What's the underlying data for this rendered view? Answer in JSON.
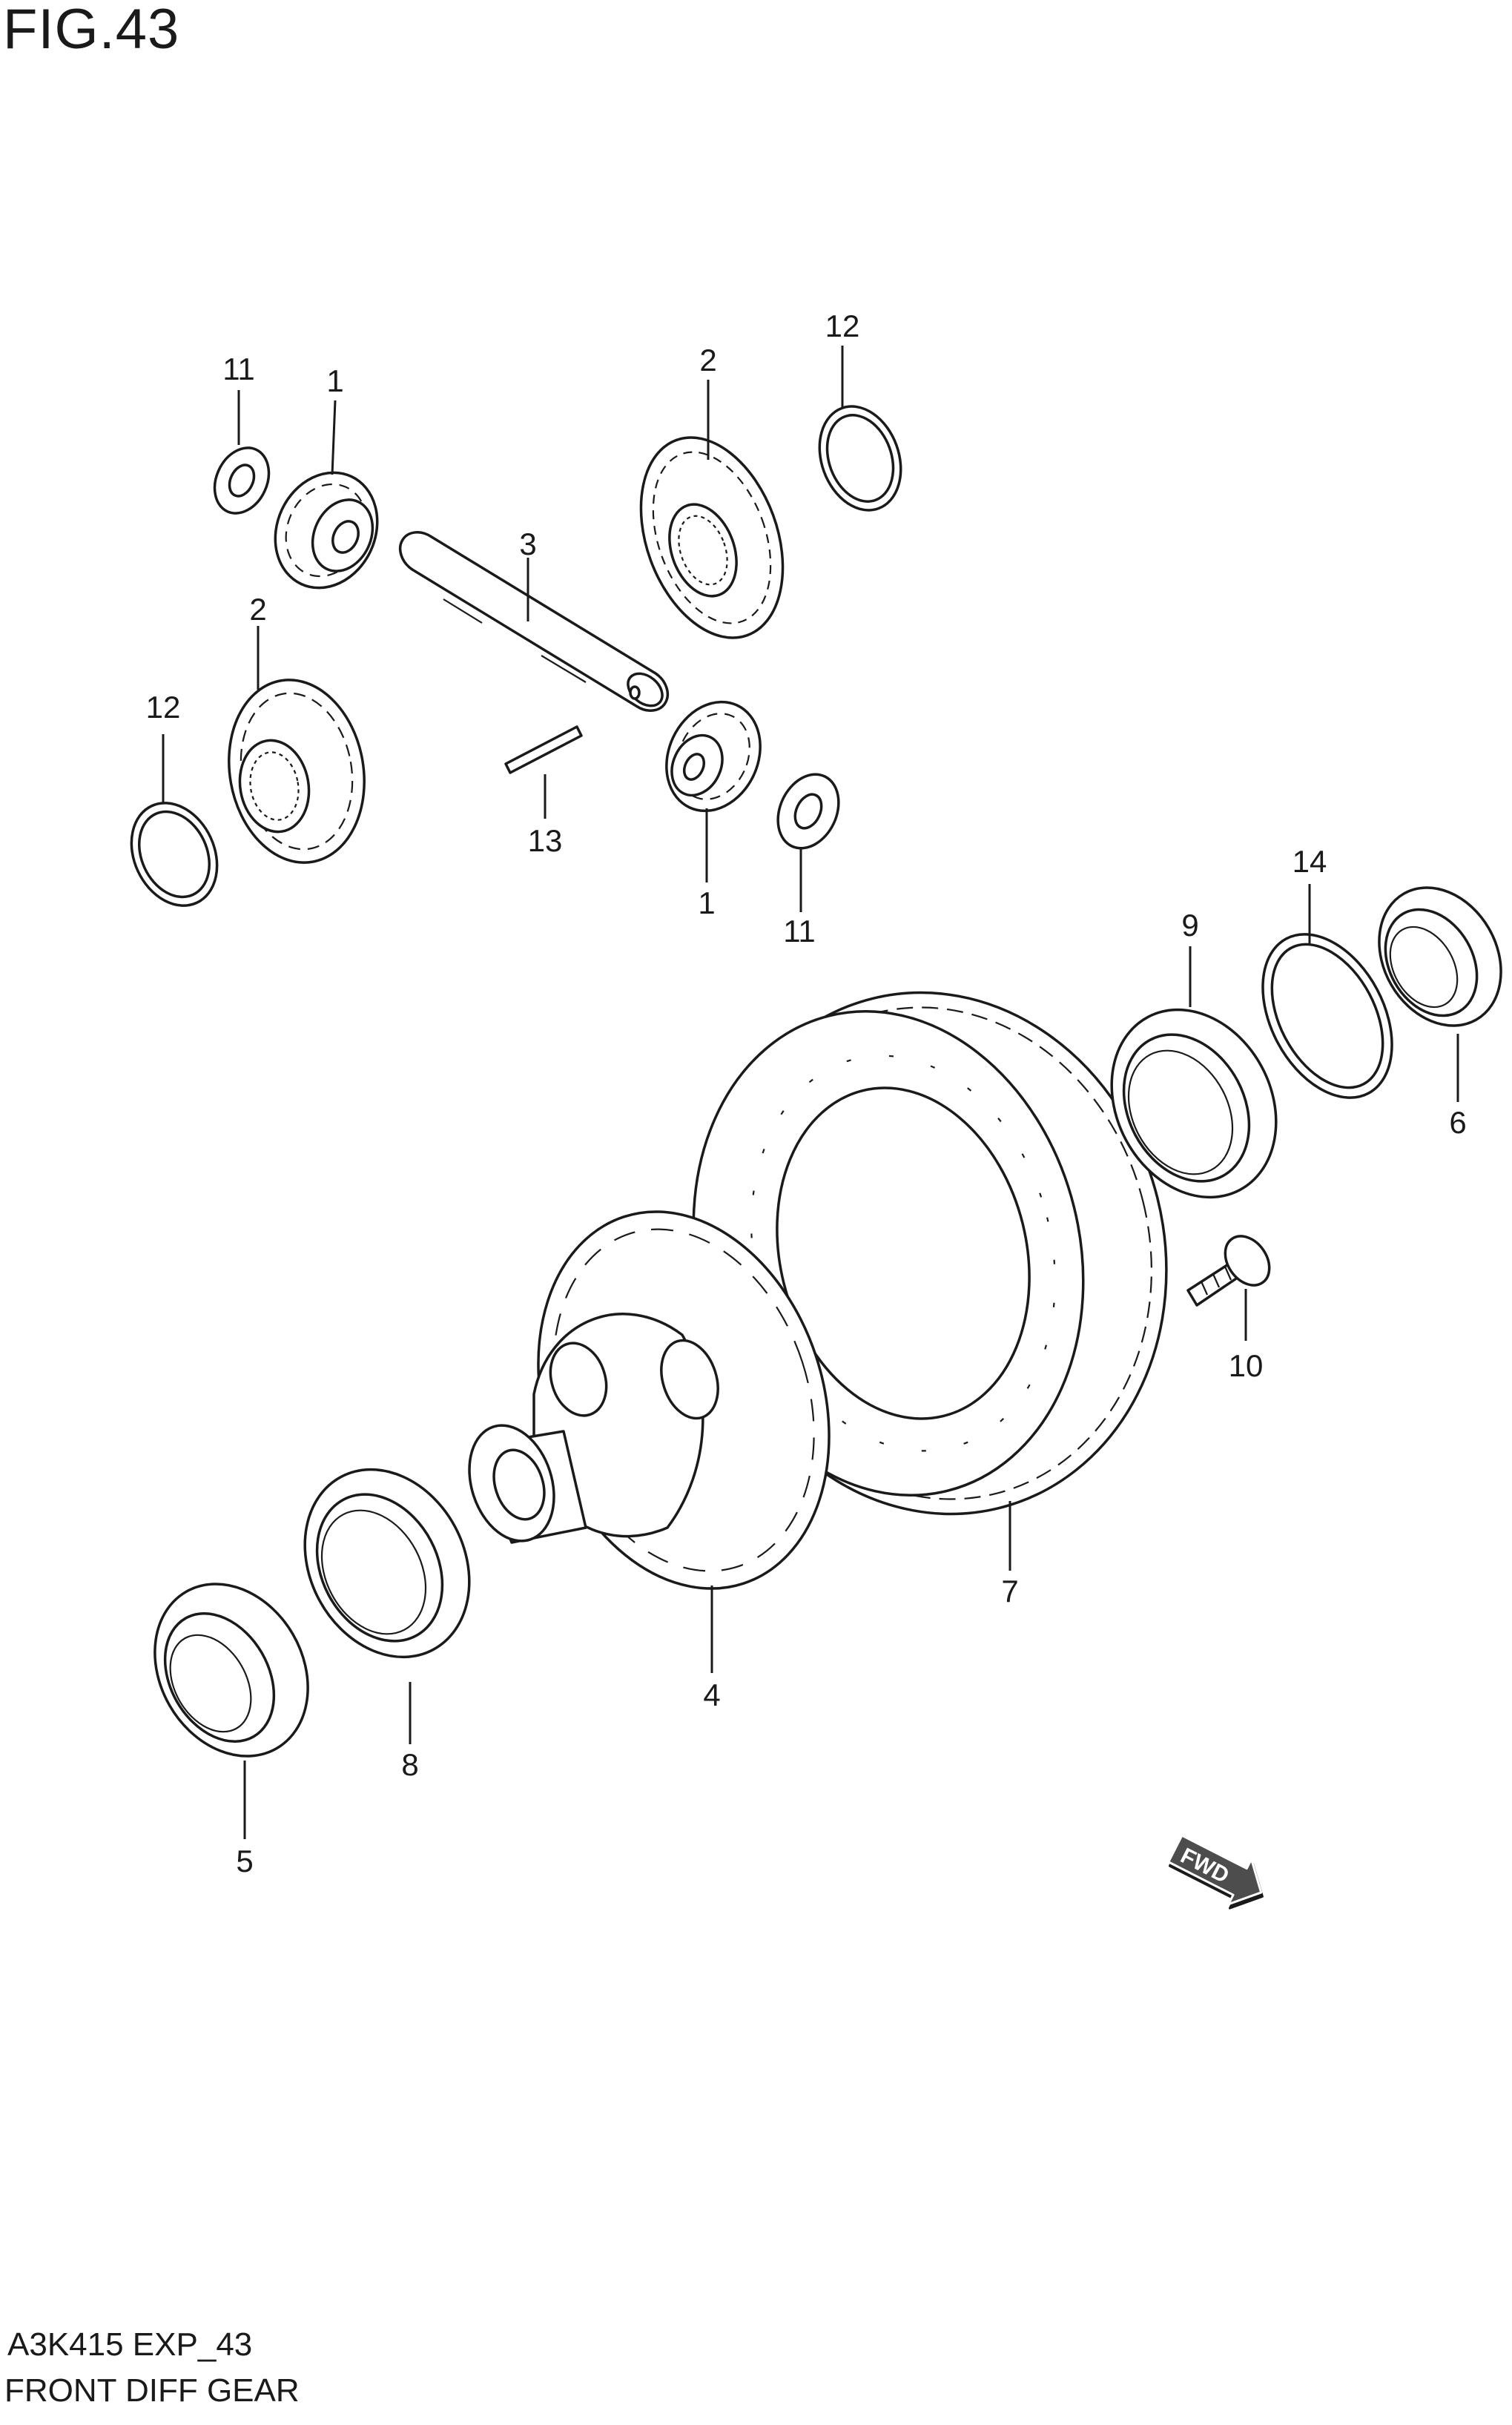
{
  "figure": {
    "title": "FIG.43",
    "code": "A3K415 EXP_43",
    "name": "FRONT DIFF GEAR"
  },
  "callouts": {
    "c11a": "11",
    "c1a": "1",
    "c2a": "2",
    "c12a": "12",
    "c3": "3",
    "c2b": "2",
    "c12b": "12",
    "c13": "13",
    "c1b": "1",
    "c11b": "11",
    "c14": "14",
    "c9": "9",
    "c6": "6",
    "c10": "10",
    "c7": "7",
    "c4": "4",
    "c8": "8",
    "c5": "5"
  },
  "fwd_arrow": {
    "label": "FWD"
  }
}
